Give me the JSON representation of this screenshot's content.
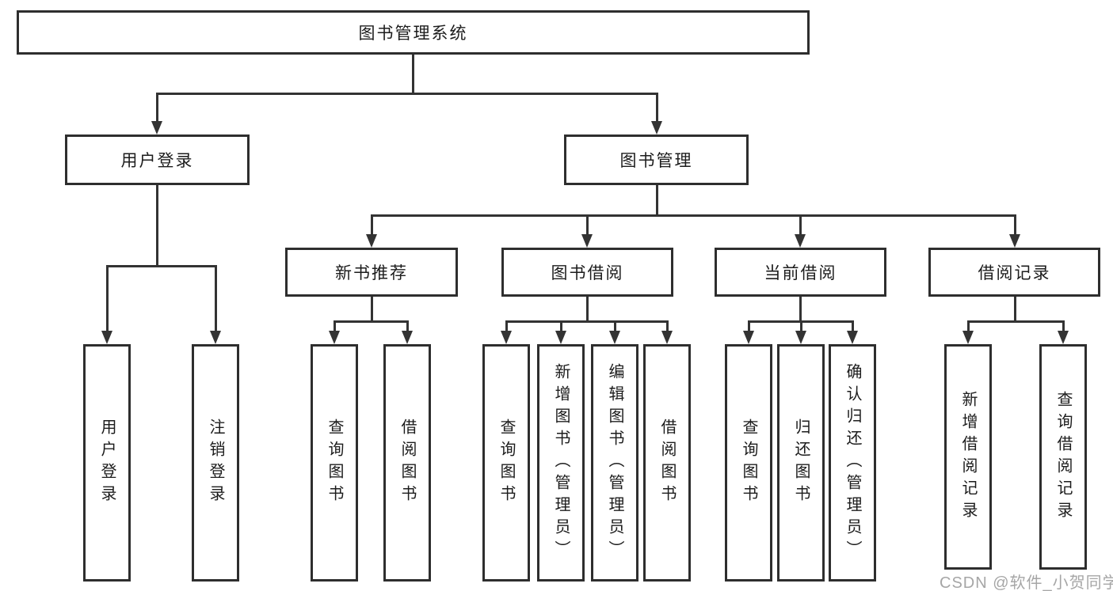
{
  "watermark": "CSDN @软件_小贺同学",
  "colors": {
    "background": "#ffffff",
    "line": "#333333",
    "box_border": "#2e2e2e",
    "text": "#1c1c1c",
    "watermark": "#a6a6a6"
  },
  "tree": {
    "root": {
      "label": "图书管理系统",
      "children": [
        {
          "label": "用户登录",
          "children": [
            {
              "label": "用户登录"
            },
            {
              "label": "注销登录"
            }
          ]
        },
        {
          "label": "图书管理",
          "children": [
            {
              "label": "新书推荐",
              "children": [
                {
                  "label": "查询图书"
                },
                {
                  "label": "借阅图书"
                }
              ]
            },
            {
              "label": "图书借阅",
              "children": [
                {
                  "label": "查询图书"
                },
                {
                  "label": "新增图书（管理员）"
                },
                {
                  "label": "编辑图书（管理员）"
                },
                {
                  "label": "借阅图书"
                }
              ]
            },
            {
              "label": "当前借阅",
              "children": [
                {
                  "label": "查询图书"
                },
                {
                  "label": "归还图书"
                },
                {
                  "label": "确认归还（管理员）"
                }
              ]
            },
            {
              "label": "借阅记录",
              "children": [
                {
                  "label": "新增借阅记录"
                },
                {
                  "label": "查询借阅记录"
                }
              ]
            }
          ]
        }
      ]
    }
  }
}
